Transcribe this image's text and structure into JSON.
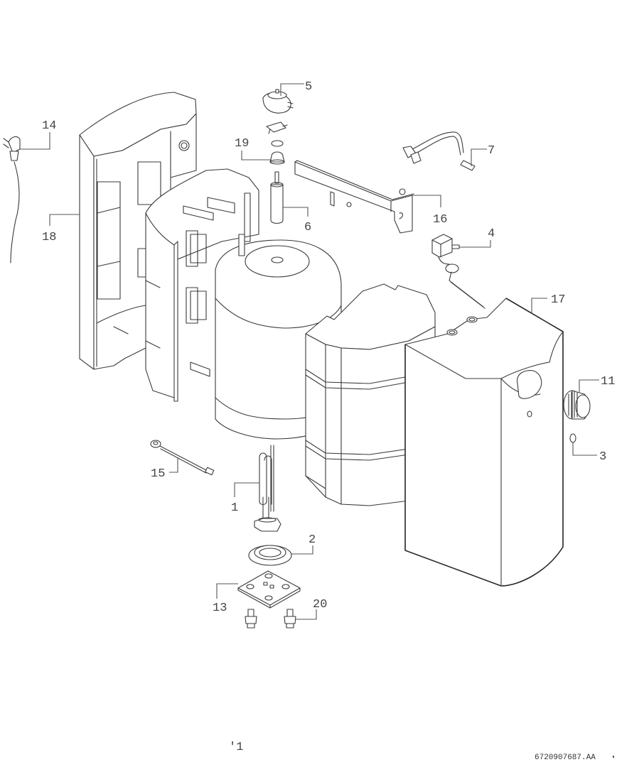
{
  "diagram": {
    "title": "Exploded parts view – electric water heater",
    "callouts": [
      {
        "id": "1",
        "part": "heating-element"
      },
      {
        "id": "2",
        "part": "flange-gasket"
      },
      {
        "id": "3",
        "part": "indicator-lens"
      },
      {
        "id": "4",
        "part": "thermostat"
      },
      {
        "id": "5",
        "part": "safety-cutout"
      },
      {
        "id": "6",
        "part": "anode-rod"
      },
      {
        "id": "7",
        "part": "sensor-cable"
      },
      {
        "id": "11",
        "part": "control-knob"
      },
      {
        "id": "13",
        "part": "flange-plate"
      },
      {
        "id": "14",
        "part": "power-cord-plug"
      },
      {
        "id": "15",
        "part": "earth-wire"
      },
      {
        "id": "16",
        "part": "mounting-bracket"
      },
      {
        "id": "17",
        "part": "front-casing"
      },
      {
        "id": "18",
        "part": "rear-wall-panel"
      },
      {
        "id": "19",
        "part": "grommet"
      },
      {
        "id": "20",
        "part": "bolt"
      }
    ],
    "page_marker": "′1",
    "drawing_number": "6720907687.AA"
  }
}
